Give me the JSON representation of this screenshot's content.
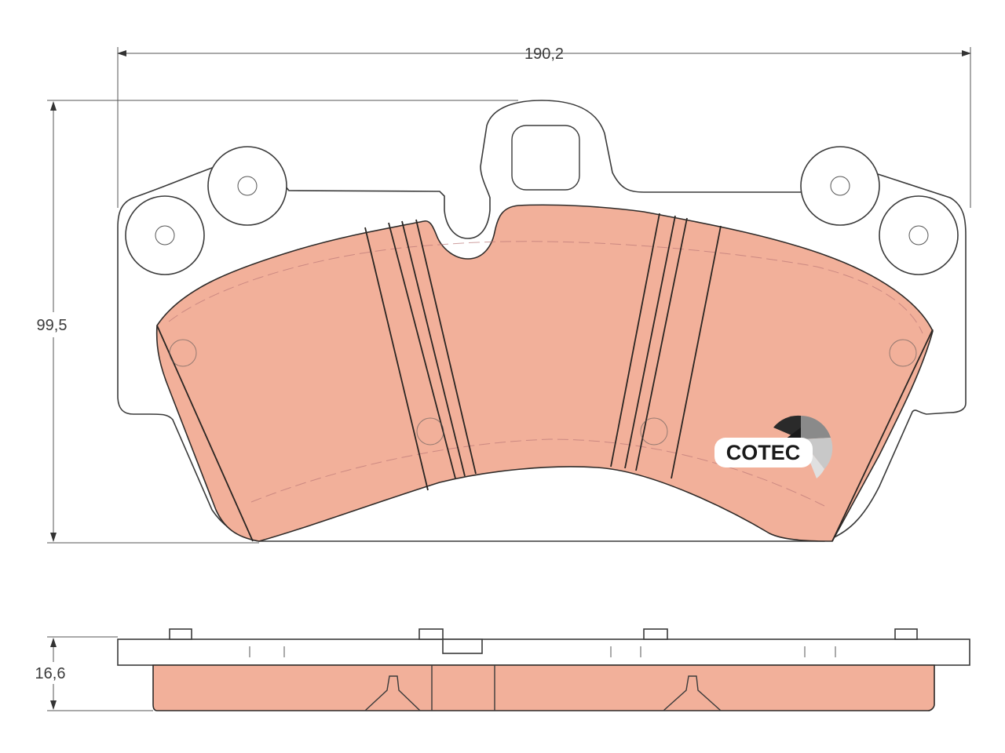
{
  "dimensions": {
    "width": "190,2",
    "height": "99,5",
    "thickness": "16,6"
  },
  "logo": {
    "text": "COTEC"
  },
  "colors": {
    "friction_material": "#f2b09a",
    "outline": "#3a3a3a",
    "backing_plate": "#ffffff",
    "logo_dark": "#1a1a1a",
    "logo_mid": "#8a8a8a",
    "logo_light": "#c8c8c8"
  }
}
